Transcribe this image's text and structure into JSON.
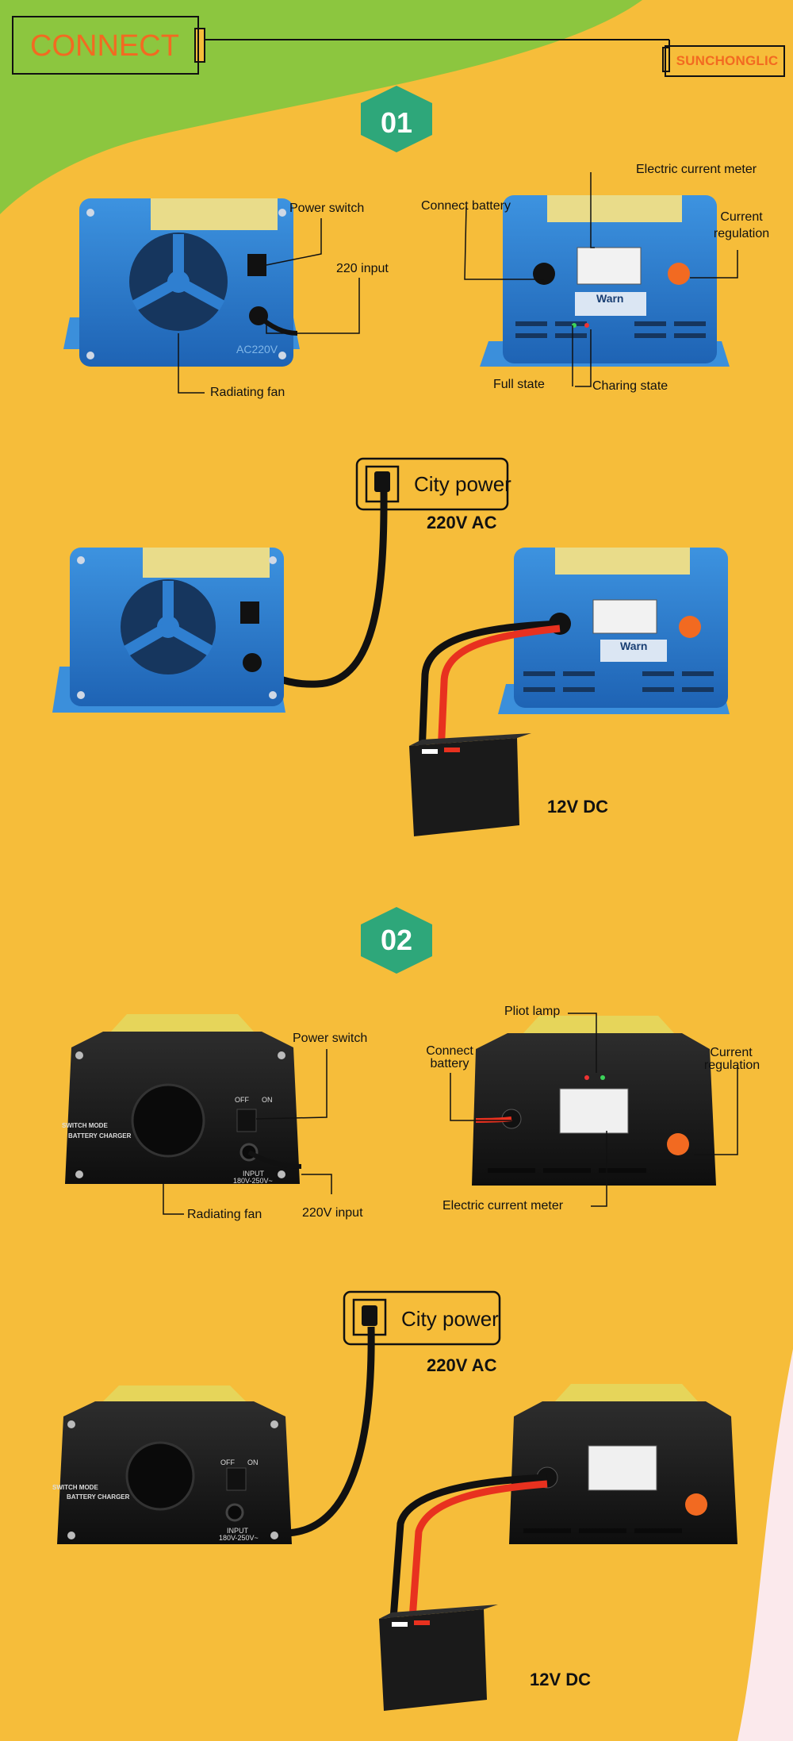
{
  "header": {
    "title": "CONNECT",
    "brand": "SUNCHONGLIC"
  },
  "colors": {
    "background": "#f6bd3a",
    "green": "#8cc63f",
    "badge": "#2ea77a",
    "orange": "#f26a21",
    "blue_device": "#2f7fd0",
    "black_device": "#1c1c1c"
  },
  "section1": {
    "badge": "01",
    "front_labels": {
      "power_switch": "Power switch",
      "input": "220 input",
      "fan": "Radiating fan"
    },
    "front_panel_text": "AC220V",
    "back_labels": {
      "connect_battery": "Connect battery",
      "meter": "Electric current meter",
      "regulation_line1": "Current",
      "regulation_line2": "regulation",
      "full_state": "Full state",
      "charging_state": "Charing state"
    },
    "warn": "Warn",
    "city_power": "City power",
    "ac": "220V AC",
    "dc": "12V DC"
  },
  "section2": {
    "badge": "02",
    "front_labels": {
      "power_switch": "Power switch",
      "fan": "Radiating fan",
      "input": "220V input"
    },
    "panel_lines": {
      "line1": "SWITCH MODE",
      "line2": "BATTERY CHARGER",
      "off": "OFF",
      "on": "ON",
      "input": "INPUT",
      "voltage": "180V-250V~"
    },
    "back_labels": {
      "pilot_lamp": "Pliot lamp",
      "connect_line1": "Connect",
      "connect_line2": "battery",
      "regulation_line1": "Current",
      "regulation_line2": "regulation",
      "meter": "Electric current meter"
    },
    "city_power": "City power",
    "ac": "220V AC",
    "dc": "12V DC"
  }
}
